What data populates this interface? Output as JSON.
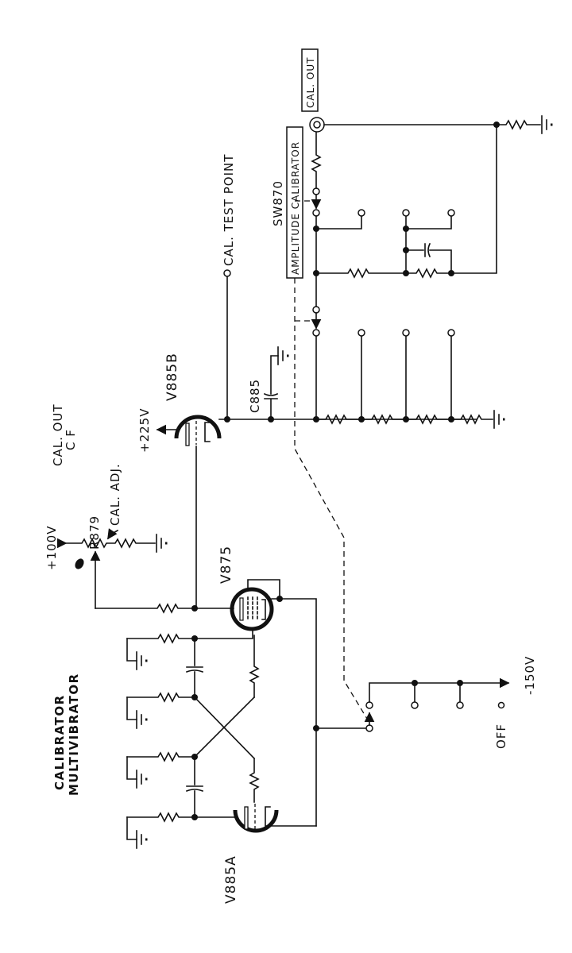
{
  "diagram": {
    "title": "CALIBRATOR MULTIVIBRATOR",
    "title_line1": "CALIBRATOR",
    "title_line2": "MULTIVIBRATOR",
    "cf_label_line1": "CAL. OUT",
    "cf_label_line2": "C F",
    "tubes": {
      "v885a": "V885A",
      "v885b": "V885B",
      "v875": "V875"
    },
    "components": {
      "r879": "R879",
      "cal_adj": "CAL. ADJ.",
      "c885": "C885",
      "sw870": "SW870"
    },
    "supplies": {
      "plus100": "+100V",
      "plus225": "+225V",
      "minus150": "-150V"
    },
    "terminals": {
      "cal_test_point": "CAL. TEST POINT",
      "cal_out": "CAL. OUT",
      "amplitude_calibrator": "AMPLITUDE CALIBRATOR",
      "off": "OFF"
    }
  }
}
